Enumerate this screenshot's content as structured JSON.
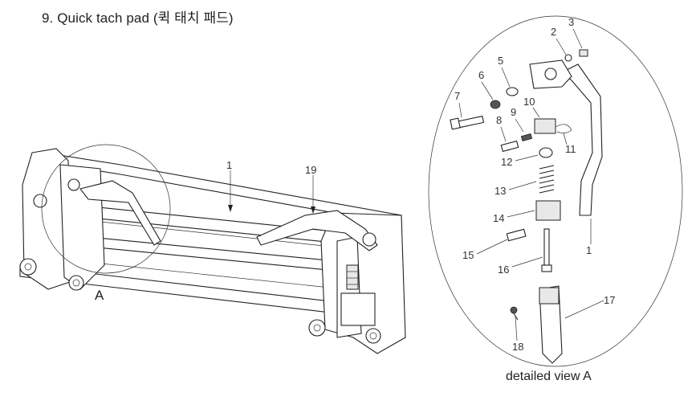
{
  "title": "9.  Quick tach pad (퀵 태치 패드)",
  "detail_label": "A",
  "caption": "detailed view A",
  "callouts": {
    "c1": "1",
    "c2": "2",
    "c3": "3",
    "c5": "5",
    "c6": "6",
    "c7": "7",
    "c8": "8",
    "c9": "9",
    "c10": "10",
    "c11": "11",
    "c12": "12",
    "c13": "13",
    "c14": "14",
    "c15": "15",
    "c16": "16",
    "c17": "17",
    "c18": "18",
    "c19": "19",
    "c1_main": "1"
  }
}
